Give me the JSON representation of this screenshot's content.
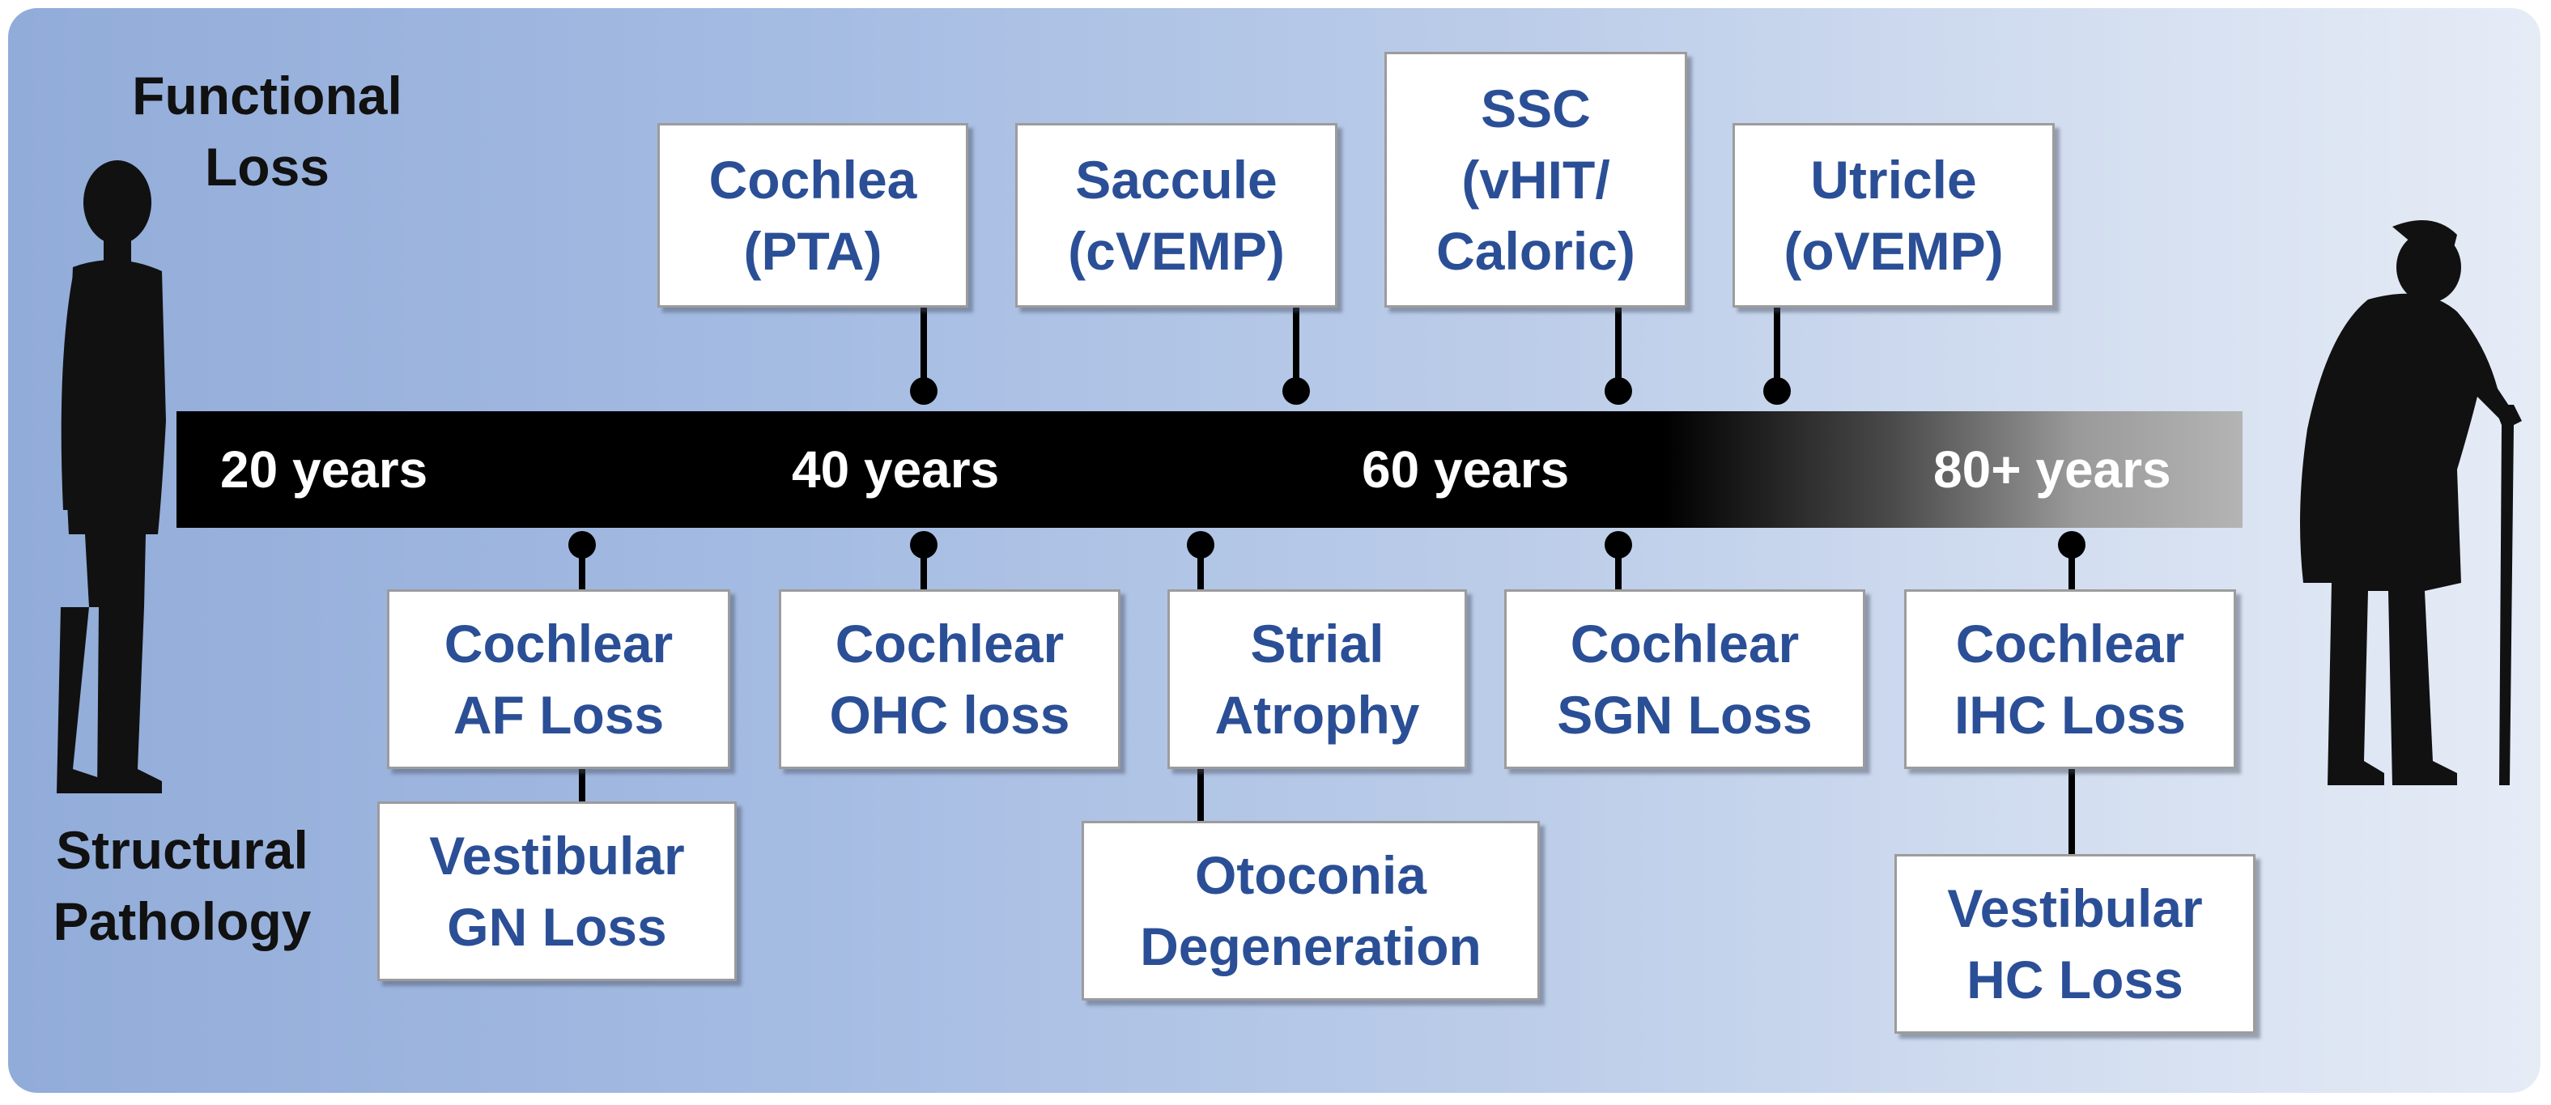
{
  "labels": {
    "functional": "Functional\nLoss",
    "structural": "Structural\nPathology"
  },
  "timeline": {
    "ages": [
      "20 years",
      "40 years",
      "60 years",
      "80+ years"
    ]
  },
  "functional_boxes": [
    {
      "text": "Cochlea\n(PTA)"
    },
    {
      "text": "Saccule\n(cVEMP)"
    },
    {
      "text": "SSC\n(vHIT/\nCaloric)"
    },
    {
      "text": "Utricle\n(oVEMP)"
    }
  ],
  "structural_boxes": [
    {
      "text": "Cochlear\nAF Loss"
    },
    {
      "text": "Vestibular\nGN Loss"
    },
    {
      "text": "Cochlear\nOHC loss"
    },
    {
      "text": "Strial\nAtrophy"
    },
    {
      "text": "Otoconia\nDegeneration"
    },
    {
      "text": "Cochlear\nSGN Loss"
    },
    {
      "text": "Cochlear\nIHC Loss"
    },
    {
      "text": "Vestibular\nHC Loss"
    }
  ],
  "figures": {
    "young": "young-person-silhouette",
    "old": "elderly-person-with-cane-silhouette"
  },
  "colors": {
    "box_text": "#2b4f96",
    "panel_left": "#92acd9",
    "panel_right": "#e6ecf6",
    "timeline": "#000000"
  }
}
